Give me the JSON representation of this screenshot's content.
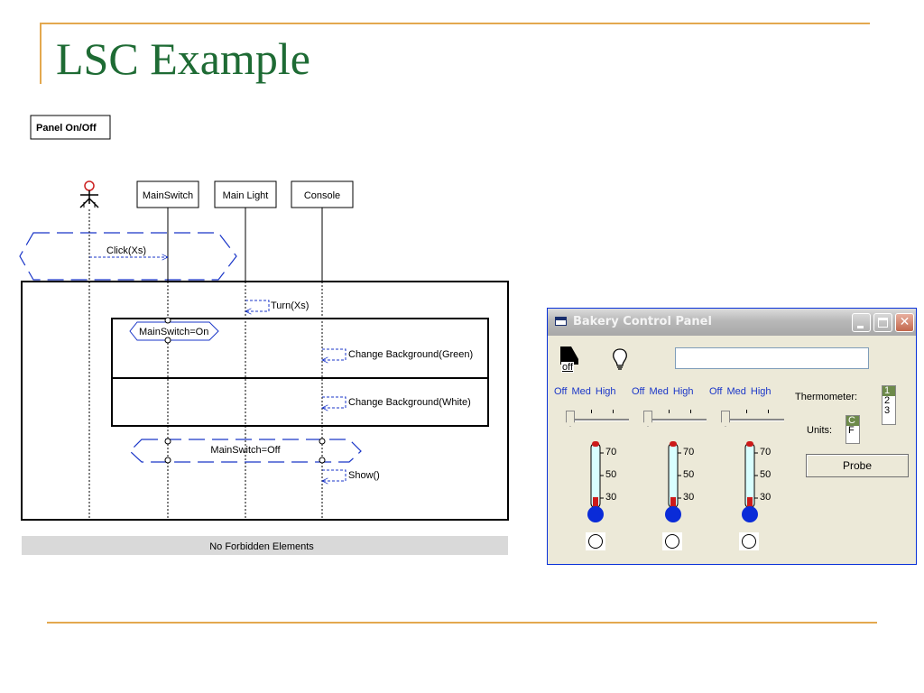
{
  "slide": {
    "title": "LSC Example"
  },
  "lsc": {
    "chart_title": "Panel On/Off",
    "lifelines": [
      "MainSwitch",
      "Main Light",
      "Console"
    ],
    "messages": {
      "click": "Click(Xs)",
      "turn": "Turn(Xs)",
      "change_green": "Change Background(Green)",
      "change_white": "Change Background(White)",
      "show": "Show()"
    },
    "conditions": {
      "on": "MainSwitch=On",
      "off": "MainSwitch=Off"
    },
    "forbidden": "No Forbidden Elements"
  },
  "bakery": {
    "title": "Bakery Control Panel",
    "switch_label": "off",
    "display_value": "",
    "slider_labels": [
      "Off",
      "Med",
      "High"
    ],
    "thermometer_marks": [
      "70",
      "50",
      "30"
    ],
    "thermometer_label": "Thermometer:",
    "thermometer_options": [
      "1",
      "2",
      "3"
    ],
    "thermometer_selected": "1",
    "units_label": "Units:",
    "units_options": [
      "C",
      "F"
    ],
    "units_selected": "C",
    "probe_label": "Probe",
    "colors": {
      "title_text": "#f4f4f4",
      "slider_label": "#1a36c8",
      "mercury": "#cc1a1a",
      "bulb": "#0a2bd8",
      "selection": "#6d8a4a"
    }
  }
}
